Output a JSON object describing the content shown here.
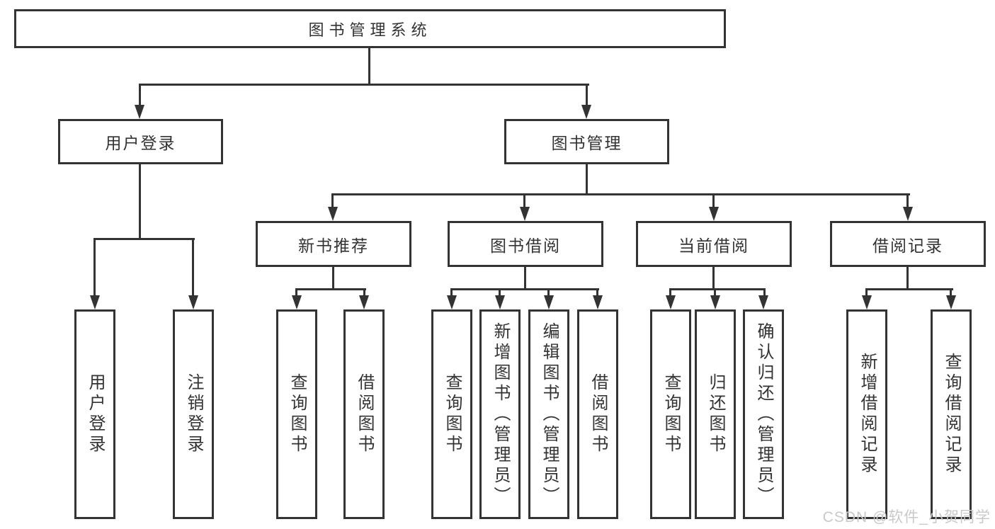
{
  "diagram": {
    "root": {
      "label": "图书管理系统"
    },
    "branches": {
      "user_login": {
        "label": "用户登录",
        "children": [
          "用户登录",
          "注销登录"
        ]
      },
      "book_management": {
        "label": "图书管理",
        "sections": {
          "new_book_recommend": {
            "label": "新书推荐",
            "children": [
              "查询图书",
              "借阅图书"
            ]
          },
          "book_borrow": {
            "label": "图书借阅",
            "children": [
              "查询图书",
              "新增图书（管理员）",
              "编辑图书（管理员）",
              "借阅图书"
            ]
          },
          "current_borrow": {
            "label": "当前借阅",
            "children": [
              "查询图书",
              "归还图书",
              "确认归还（管理员）"
            ]
          },
          "borrow_records": {
            "label": "借阅记录",
            "children": [
              "新增借阅记录",
              "查询借阅记录"
            ]
          }
        }
      }
    }
  },
  "watermark": {
    "text": "CSDN @软件_小贺同学"
  },
  "colors": {
    "line": "#333333",
    "text": "#333333",
    "watermark_text": "#c9c9c9",
    "background": "#ffffff"
  }
}
